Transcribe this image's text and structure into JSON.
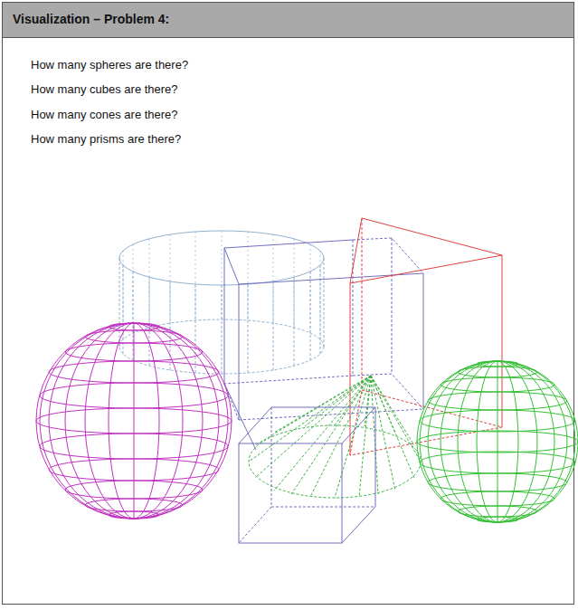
{
  "diagram": {
    "title": "Visualization – Problem 4:",
    "labels": [
      "How many spheres are there?",
      "How many cubes are there?",
      "How many cones are there?",
      "How many prisms are there?"
    ]
  }
}
